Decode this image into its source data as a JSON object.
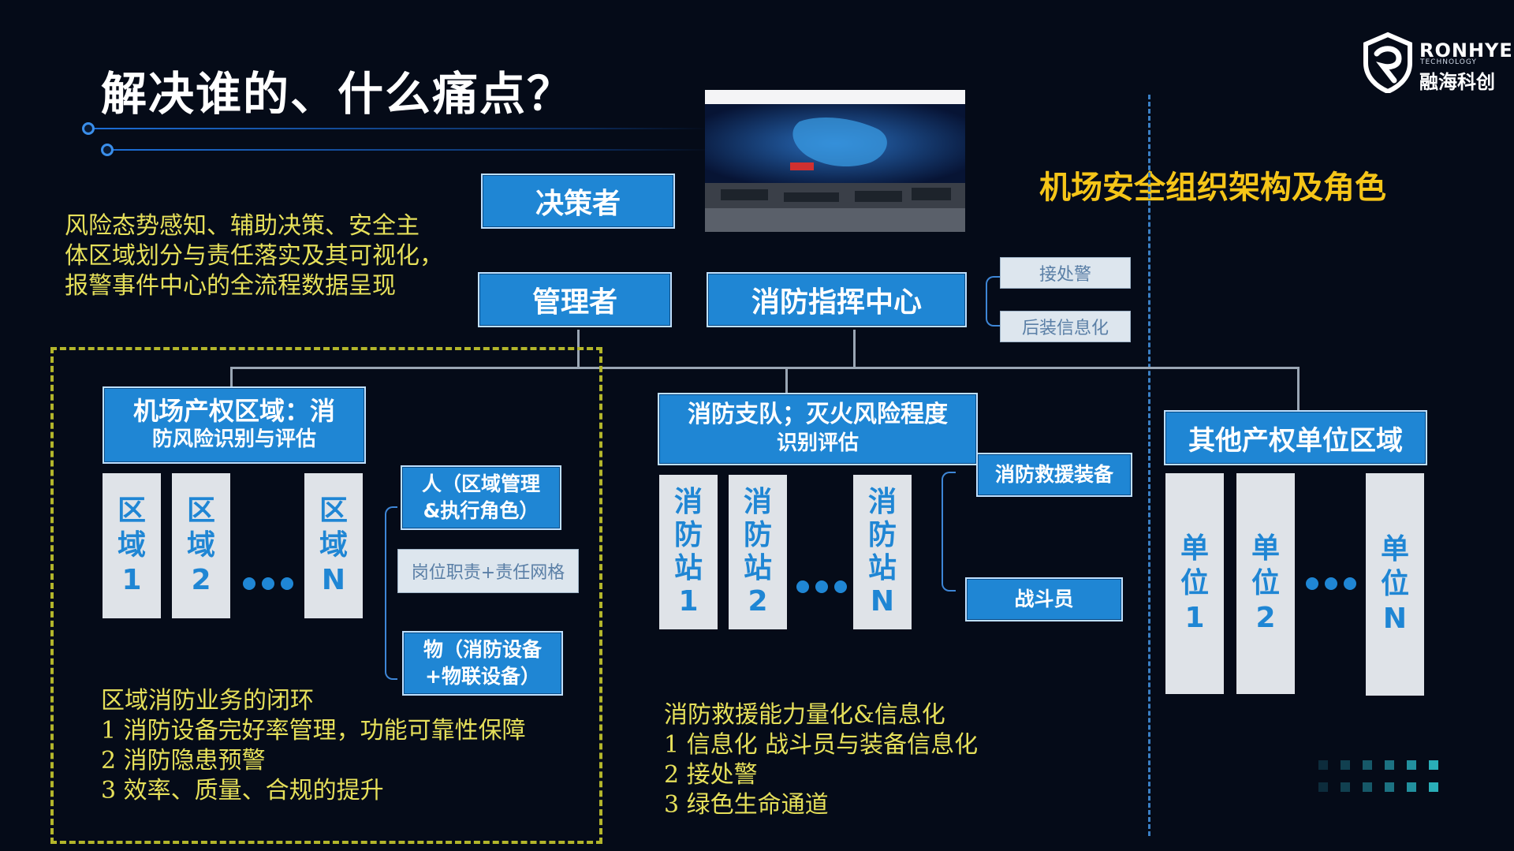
{
  "title": "解决谁的、什么痛点？",
  "logo": {
    "en": "RONHYE",
    "sub": "TECHNOLOGY",
    "cn": "融海科创"
  },
  "side_title": "机场安全组织架构及角色",
  "top_text": [
    "风险态势感知、辅助决策、安全主",
    "体区域划分与责任落实及其可视化，",
    "报警事件中心的全流程数据呈现"
  ],
  "boxes": {
    "decision": "决策者",
    "manager": "管理者",
    "command": "消防指挥中心",
    "airport_line1": "机场产权区域：消",
    "airport_line2": "防风险识别与评估",
    "brigade_line1": "消防支队；灭火风险程度",
    "brigade_line2": "识别评估",
    "other": "其他产权单位区域",
    "person_line1": "人（区域管理",
    "person_line2": "&执行角色）",
    "thing_line1": "物（消防设备",
    "thing_line2": "+物联设备）",
    "equipment": "消防救援装备",
    "fighter": "战斗员"
  },
  "tags": {
    "alarm": "接处警",
    "retrofit": "后装信息化",
    "duty": "岗位职责+责任网格"
  },
  "zones": [
    {
      "c1": "区",
      "c2": "域",
      "c3": "1"
    },
    {
      "c1": "区",
      "c2": "域",
      "c3": "2"
    },
    {
      "c1": "区",
      "c2": "域",
      "c3": "N"
    }
  ],
  "stations": [
    {
      "c1": "消",
      "c2": "防",
      "c3": "站",
      "c4": "1"
    },
    {
      "c1": "消",
      "c2": "防",
      "c3": "站",
      "c4": "2"
    },
    {
      "c1": "消",
      "c2": "防",
      "c3": "站",
      "c4": "N"
    }
  ],
  "units": [
    {
      "c1": "单",
      "c2": "位",
      "c3": "1"
    },
    {
      "c1": "单",
      "c2": "位",
      "c3": "2"
    },
    {
      "c1": "单",
      "c2": "位",
      "c3": "N"
    }
  ],
  "left_text": [
    "区域消防业务的闭环",
    "1  消防设备完好率管理，功能可靠性保障",
    "2  消防隐患预警",
    "3  效率、质量、合规的提升"
  ],
  "mid_text": [
    "消防救援能力量化&信息化",
    "1  信息化   战斗员与装备信息化",
    "2  接处警",
    "3  绿色生命通道"
  ],
  "colors": {
    "box": "#1f86d4",
    "highlight": "#e6e05a",
    "side_title": "#f5c518",
    "dashed_border": "#b3b62b"
  }
}
